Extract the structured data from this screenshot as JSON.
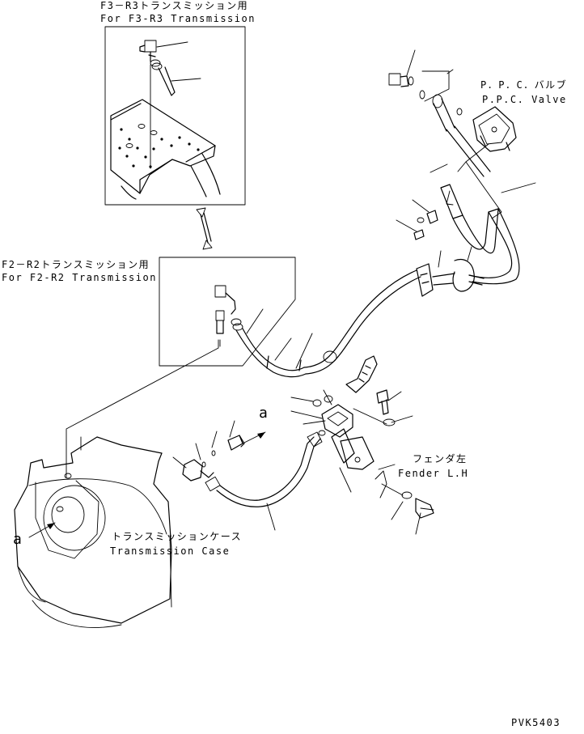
{
  "inset_top": {
    "title_jp": "F3－R3トランスミッション用",
    "title_en": "For F3-R3 Transmission"
  },
  "inset_mid": {
    "title_jp": "F2－R2トランスミッション用",
    "title_en": "For F2-R2 Transmission"
  },
  "ppc_valve": {
    "label_jp": "P．P．C．バルブ",
    "label_en": "P.P.C. Valve"
  },
  "fender": {
    "label_jp": "フェンダ左",
    "label_en": "Fender L.H"
  },
  "transmission_case": {
    "label_jp": "トランスミッションケース",
    "label_en": "Transmission Case"
  },
  "view_marks": {
    "mark_upper": "a",
    "mark_lower": "a"
  },
  "drawing_code": "PVK5403"
}
